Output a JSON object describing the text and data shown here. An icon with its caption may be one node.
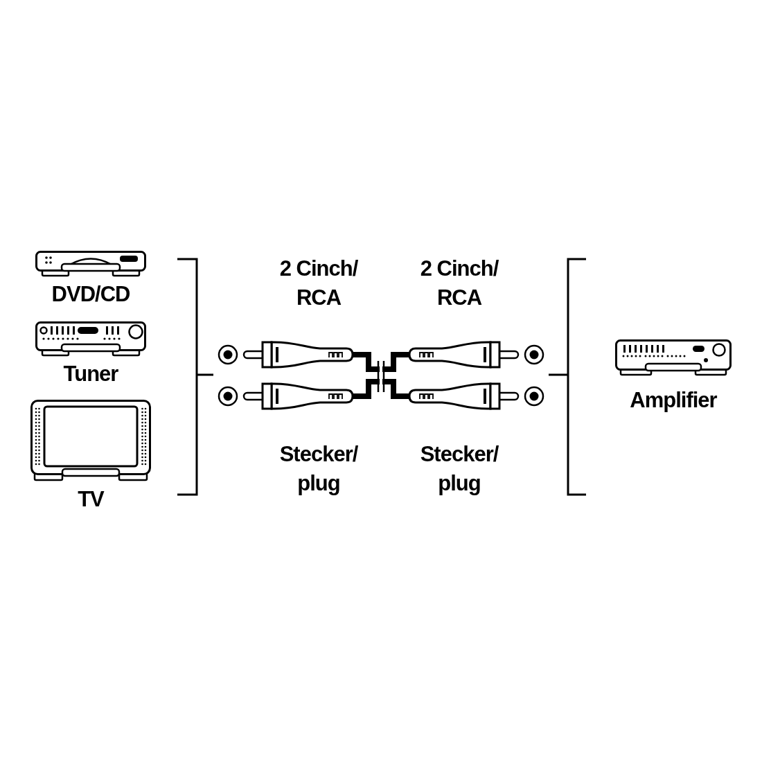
{
  "diagram": {
    "nodes": [
      {
        "text": [
          "DVD/CD"
        ]
      },
      {
        "text": [
          "Tuner"
        ]
      },
      {
        "text": [
          "TV"
        ]
      },
      {
        "text": [
          "Amplifier"
        ]
      }
    ],
    "labels": [
      "2 Cinch/ RCA",
      "2 Cinch/ RCA",
      "Stecker/ plug",
      "Stecker/ plug"
    ]
  }
}
